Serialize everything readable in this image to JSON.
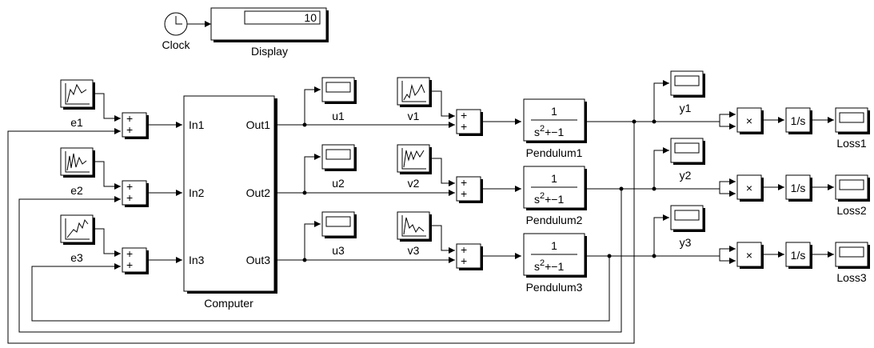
{
  "clock": {
    "label": "Clock"
  },
  "display": {
    "label": "Display",
    "value": "10"
  },
  "computer": {
    "label": "Computer",
    "inputs": [
      "In1",
      "In2",
      "In3"
    ],
    "outputs": [
      "Out1",
      "Out2",
      "Out3"
    ]
  },
  "error_sources": [
    "e1",
    "e2",
    "e3"
  ],
  "noise_sources": [
    "v1",
    "v2",
    "v3"
  ],
  "control_scopes": [
    "u1",
    "u2",
    "u3"
  ],
  "output_scopes": [
    "y1",
    "y2",
    "y3"
  ],
  "loss_scopes": [
    "Loss1",
    "Loss2",
    "Loss3"
  ],
  "pendulums": [
    {
      "label": "Pendulum1",
      "num": "1",
      "den_s": "s",
      "den_exp": "2",
      "den_rest": "+−1"
    },
    {
      "label": "Pendulum2",
      "num": "1",
      "den_s": "s",
      "den_exp": "2",
      "den_rest": "+−1"
    },
    {
      "label": "Pendulum3",
      "num": "1",
      "den_s": "s",
      "den_exp": "2",
      "den_rest": "+−1"
    }
  ],
  "sum_sign": "+",
  "product_sign": "×",
  "integrator": "1/s"
}
